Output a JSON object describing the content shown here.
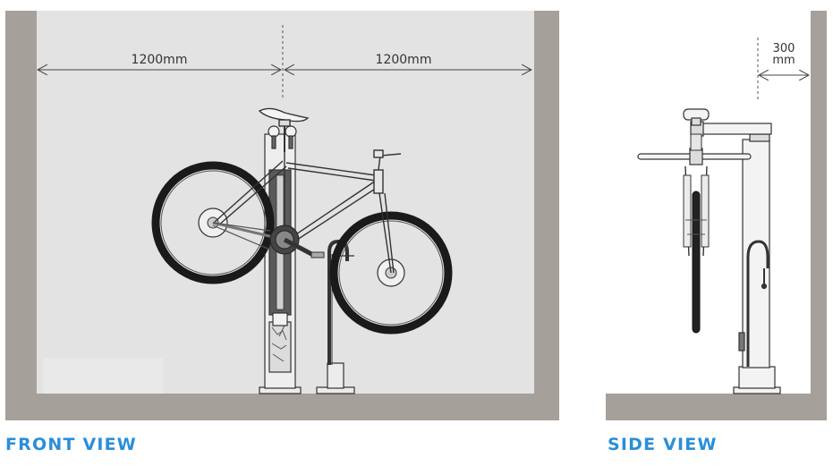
{
  "front_view": {
    "caption": "FRONT VIEW",
    "dimension_left": "1200mm",
    "dimension_right": "1200mm"
  },
  "side_view": {
    "caption": "SIDE VIEW",
    "dimension_value": "300",
    "dimension_unit": "mm"
  },
  "colors": {
    "caption": "#2a8fd8",
    "wall": "#a6a09b",
    "room": "#e3e3e3",
    "line": "#333333"
  }
}
